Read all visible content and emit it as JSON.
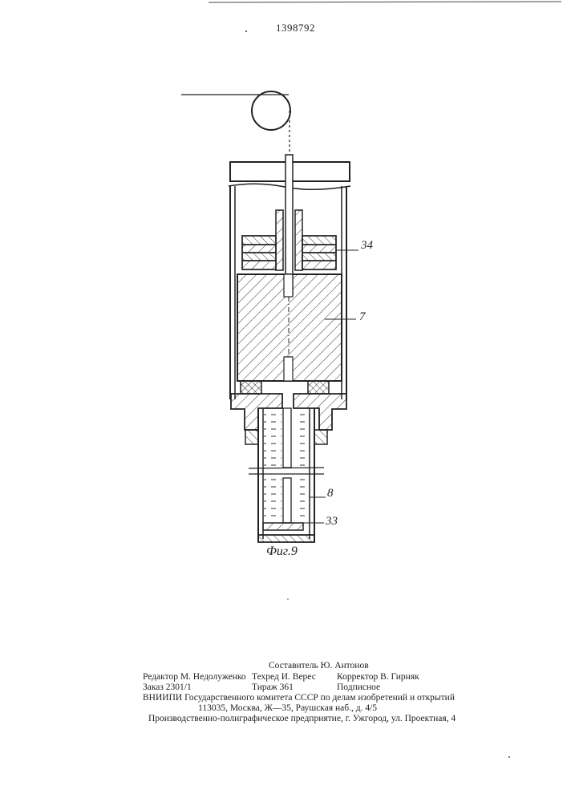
{
  "patent_number": "1398792",
  "figure": {
    "caption": "Фиг.9",
    "labels": {
      "l34": "34",
      "l7": "7",
      "l8": "8",
      "l33": "33"
    }
  },
  "colophon": {
    "compiler": "Составитель Ю. Антонов",
    "editor": "Редактор М. Недолуженко",
    "techred": "Техред И. Верес",
    "corrector": "Корректор В. Гирняк",
    "order": "Заказ 2301/1",
    "print_run": "Тираж 361",
    "subscription": "Подписное",
    "vniipi": "ВНИИПИ Государственного комитета СССР по делам изобретений и открытий",
    "address": "113035, Москва, Ж—35, Раушская наб., д. 4/5",
    "printer": "Производственно-полиграфическое предприятие, г. Ужгород, ул. Проектная, 4"
  }
}
